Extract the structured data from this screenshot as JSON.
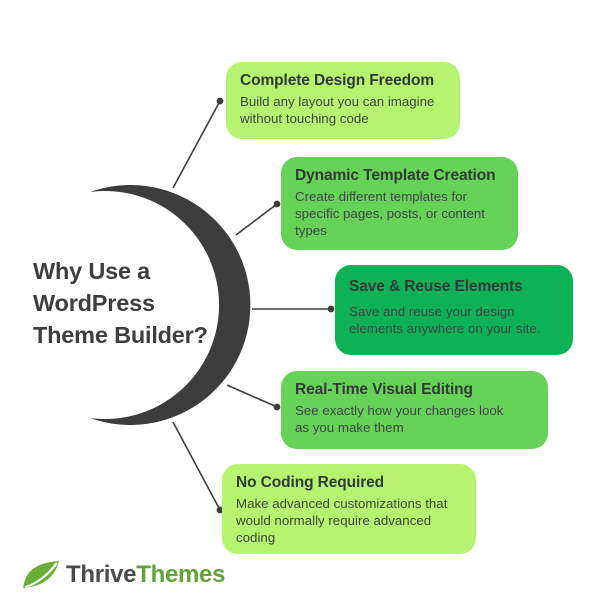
{
  "title": "Why Use a\nWordPress\nTheme Builder?",
  "boxes": [
    {
      "title": "Complete Design Freedom",
      "body": "Build any layout you can imagine\nwithout touching code",
      "bg": "#b6f46f"
    },
    {
      "title": "Dynamic Template Creation",
      "body": "Create different templates for\nspecific pages, posts, or content\ntypes",
      "bg": "#67d258"
    },
    {
      "title": "Save & Reuse Elements",
      "body": "Save and reuse your design\nelements anywhere on your site.",
      "bg": "#0db156"
    },
    {
      "title": "Real-Time Visual Editing",
      "body": "See exactly how your changes look\nas you make them",
      "bg": "#67d258"
    },
    {
      "title": "No Coding Required",
      "body": "Make advanced customizations that\nwould normally require advanced\ncoding",
      "bg": "#b6f46f"
    }
  ],
  "logo": {
    "brand_bold": "Thrive",
    "brand_green": "Themes",
    "icon": "leaf-icon"
  },
  "palette": {
    "light_green": "#b6f46f",
    "medium_green": "#67d258",
    "emerald_green": "#0db156",
    "charcoal": "#3d3d3d",
    "logo_green": "#5fa437",
    "logo_leaf_green": "#68ae35",
    "logo_dark": "#4b4b4b"
  }
}
